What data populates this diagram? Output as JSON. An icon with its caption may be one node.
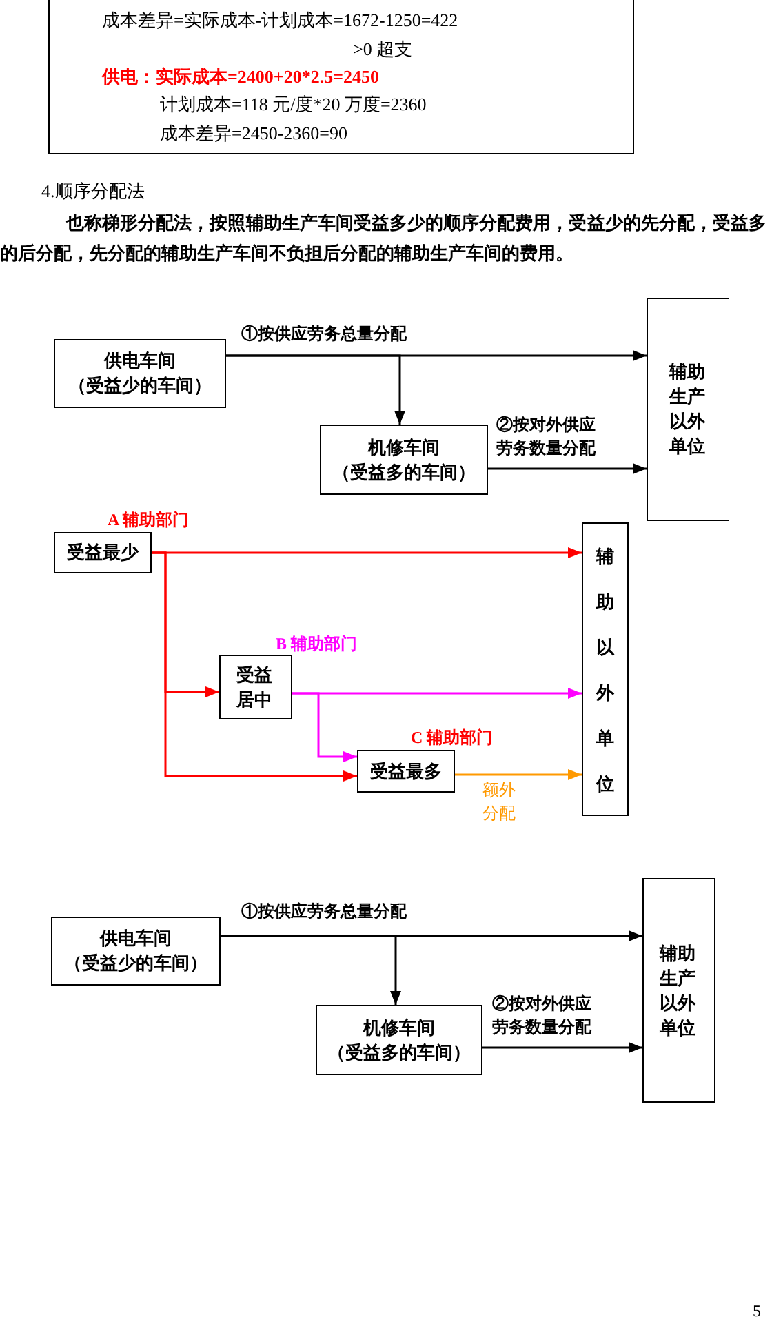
{
  "diagram": {
    "nodes": [
      {
        "text": [
          "成本差异=实际成本-计划成本=1672-1250=422",
          ">0 超支",
          "供电：实际成本=2400+20*2.5=2450",
          "计划成本=118 元/度*20 万度=2360",
          "成本差异=2450-2360=90"
        ]
      },
      {
        "text": [
          "供电车间",
          "（受益少的车间）"
        ]
      },
      {
        "text": [
          "辅助生产以外单位"
        ]
      },
      {
        "text": [
          "机修车间",
          "（受益多的车间）"
        ]
      },
      {
        "text": [
          "受益最少"
        ],
        "beside": [
          "A 辅助部门"
        ]
      },
      {
        "text": [
          "辅助以外单位"
        ]
      },
      {
        "text": [
          "受益居中"
        ],
        "beside": [
          "B 辅助部门"
        ]
      },
      {
        "text": [
          "受益最多"
        ],
        "beside": [
          "C 辅助部门"
        ]
      },
      {
        "text": [
          "供电车间",
          "（受益少的车间）"
        ]
      },
      {
        "text": [
          "辅助生产以外单位"
        ]
      },
      {
        "text": [
          "机修车间",
          "（受益多的车间）"
        ]
      }
    ],
    "edges": [
      {
        "from": 1,
        "to": 2,
        "arrow": "to",
        "label": "①按供应劳务总量分配"
      },
      {
        "from": 1,
        "to": 3,
        "arrow": "to"
      },
      {
        "from": 3,
        "to": 2,
        "arrow": "to",
        "label": "②按对外供应劳务数量分配"
      },
      {
        "from": 4,
        "to": 5,
        "arrow": "to",
        "color": "#ff0000"
      },
      {
        "from": 4,
        "to": 6,
        "arrow": "to",
        "color": "#ff0000"
      },
      {
        "from": 4,
        "to": 7,
        "arrow": "to",
        "color": "#ff0000"
      },
      {
        "from": 6,
        "to": 5,
        "arrow": "to",
        "color": "#ff00ff"
      },
      {
        "from": 6,
        "to": 7,
        "arrow": "to",
        "color": "#ff00ff"
      },
      {
        "from": 7,
        "to": 5,
        "arrow": "to",
        "color": "#ff9900",
        "label": "额外分配"
      },
      {
        "from": 8,
        "to": 9,
        "arrow": "to",
        "label": "①按供应劳务总量分配"
      },
      {
        "from": 8,
        "to": 10,
        "arrow": "to"
      },
      {
        "from": 10,
        "to": 9,
        "arrow": "to",
        "label": "②按对外供应劳务数量分配"
      }
    ],
    "labels": [
      "4.顺序分配法",
      "也称梯形分配法，按照辅助生产车间受益多少的顺序分配费用，受益少的先分配，受益多的后分配，先分配的辅助生产车间不负担后分配的辅助生产车间的费用。",
      "5"
    ]
  }
}
